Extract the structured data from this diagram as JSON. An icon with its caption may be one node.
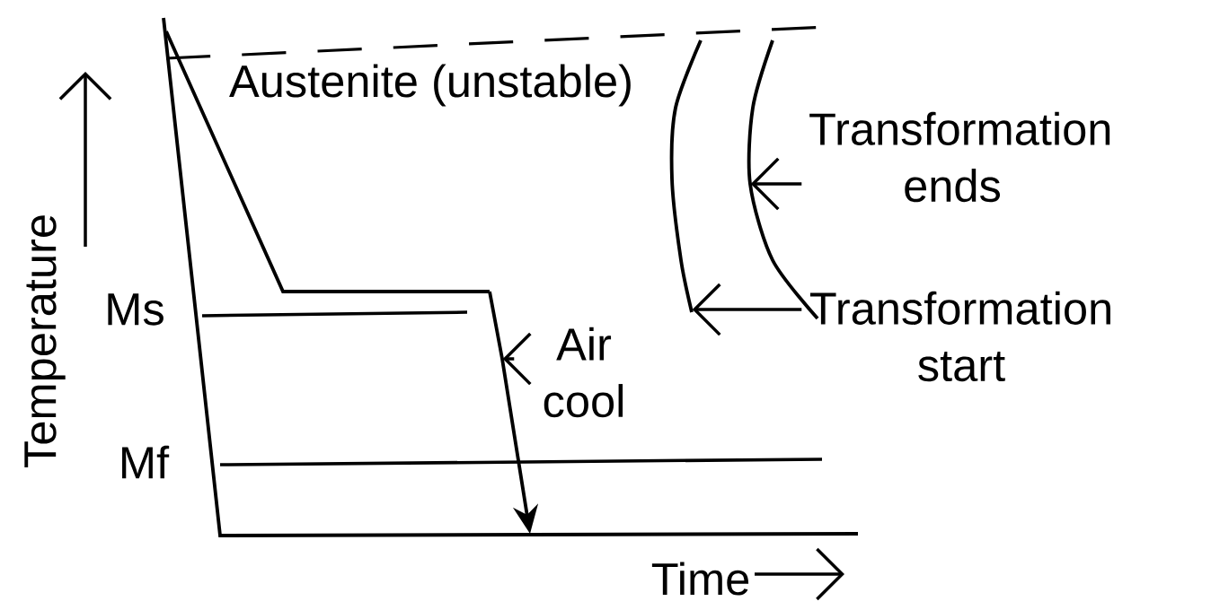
{
  "diagram": {
    "nodes": [
      {
        "text": [
          "Transformation ends"
        ]
      },
      {
        "text": [],
        "shape": "curve"
      },
      {
        "text": [
          "Transformation start"
        ]
      },
      {
        "text": [],
        "shape": "curve"
      },
      {
        "text": [
          "Air cool"
        ]
      },
      {
        "text": [],
        "shape": "line"
      }
    ],
    "edges": [
      {
        "from": 0,
        "to": 3,
        "arrow": "to"
      },
      {
        "from": 2,
        "to": 1,
        "arrow": "to"
      },
      {
        "from": 4,
        "to": 5,
        "arrow": "to"
      }
    ],
    "labels": [
      "Austenite (unstable)",
      "Ms",
      "Mf",
      "Temperature",
      "Time"
    ]
  }
}
